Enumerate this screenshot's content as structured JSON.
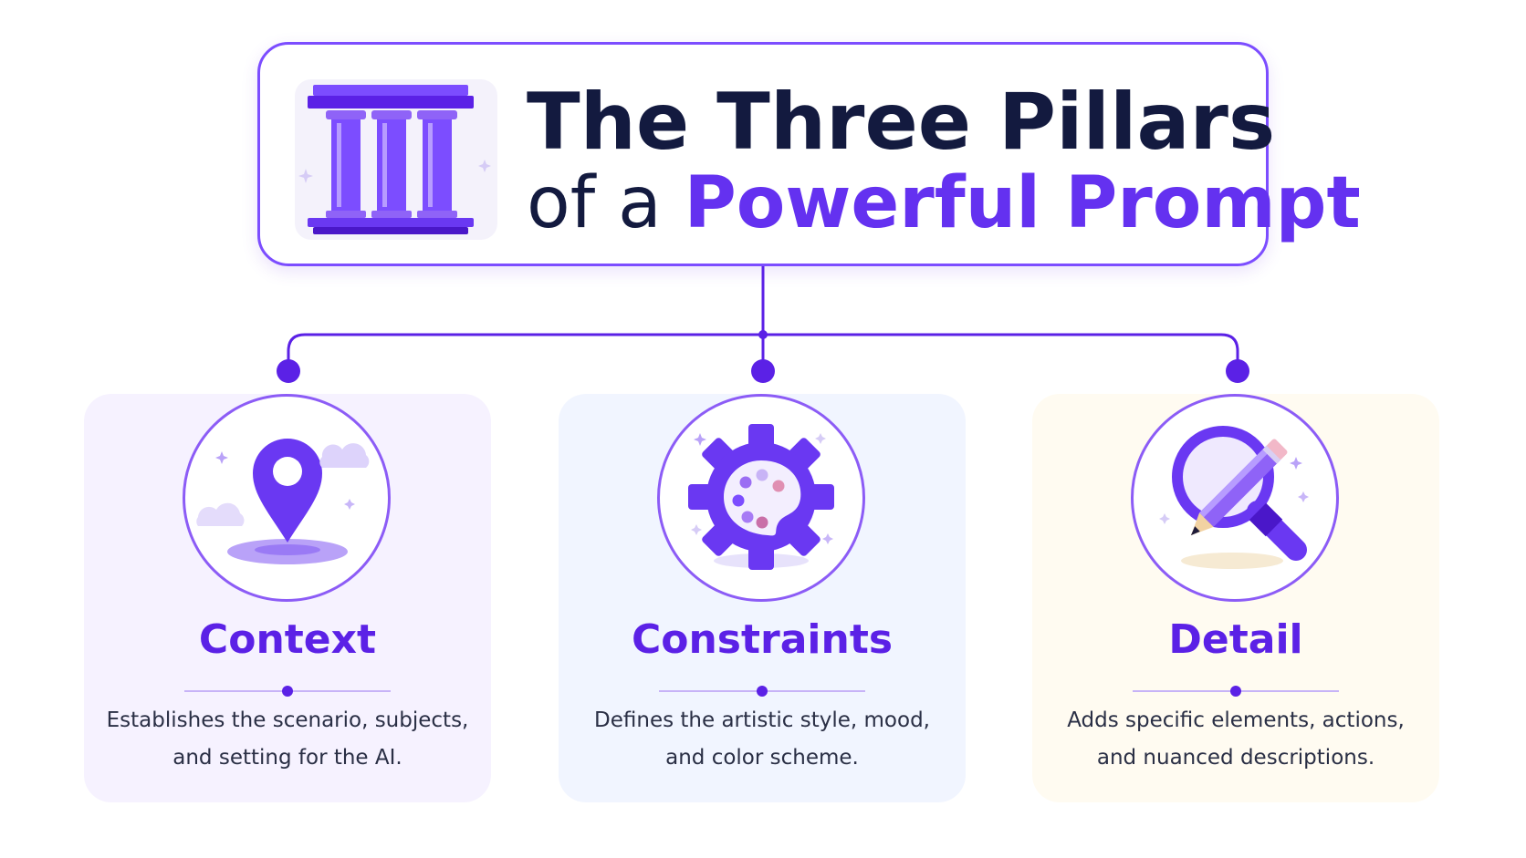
{
  "header": {
    "title_line1": "The Three Pillars",
    "title_line2_lead": "of a",
    "title_line2_accent": "Powerful Prompt"
  },
  "pillars": [
    {
      "title": "Context",
      "description": "Establishes the scenario, subjects, and setting for the AI.",
      "icon": "location-pin-icon"
    },
    {
      "title": "Constraints",
      "description": "Defines the artistic style, mood, and color scheme.",
      "icon": "gear-palette-icon"
    },
    {
      "title": "Detail",
      "description": "Adds specific elements, actions, and nuanced descriptions.",
      "icon": "magnifier-pencil-icon"
    }
  ],
  "colors": {
    "accent": "#6431f0",
    "title_dark": "#131a3f",
    "connector": "#5b21e6",
    "card_context_bg": "#f6f2ff",
    "card_constraints_bg": "#f1f5ff",
    "card_detail_bg": "#fffbf1"
  }
}
